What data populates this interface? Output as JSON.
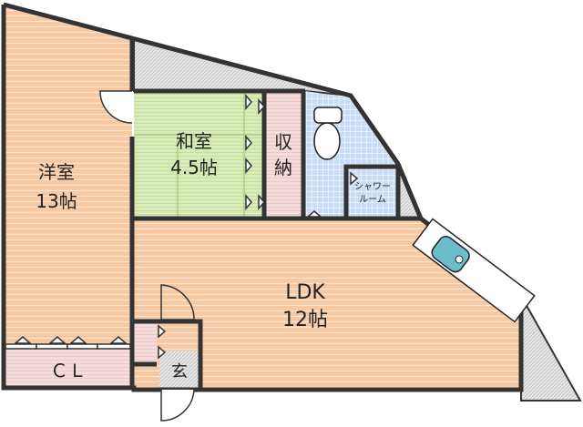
{
  "rooms": {
    "western": {
      "name": "洋室",
      "size": "13帖"
    },
    "japanese": {
      "name": "和室",
      "size": "4.5帖"
    },
    "storage": {
      "line1": "収",
      "line2": "納"
    },
    "ldk": {
      "name": "LDK",
      "size": "12帖"
    },
    "closet": {
      "name": "ＣＬ"
    },
    "entrance": {
      "name": "玄"
    },
    "shower": {
      "line1": "シャワー",
      "line2": "ルーム"
    }
  },
  "colors": {
    "floor_wood": "#f7c9a3",
    "floor_tatami": "#d9ebb8",
    "floor_storage": "#f4dcdc",
    "floor_tile": "#c9dcf5",
    "hatch": "#dcdcdc",
    "wall": "#333333",
    "sink": "#6bbccd"
  }
}
